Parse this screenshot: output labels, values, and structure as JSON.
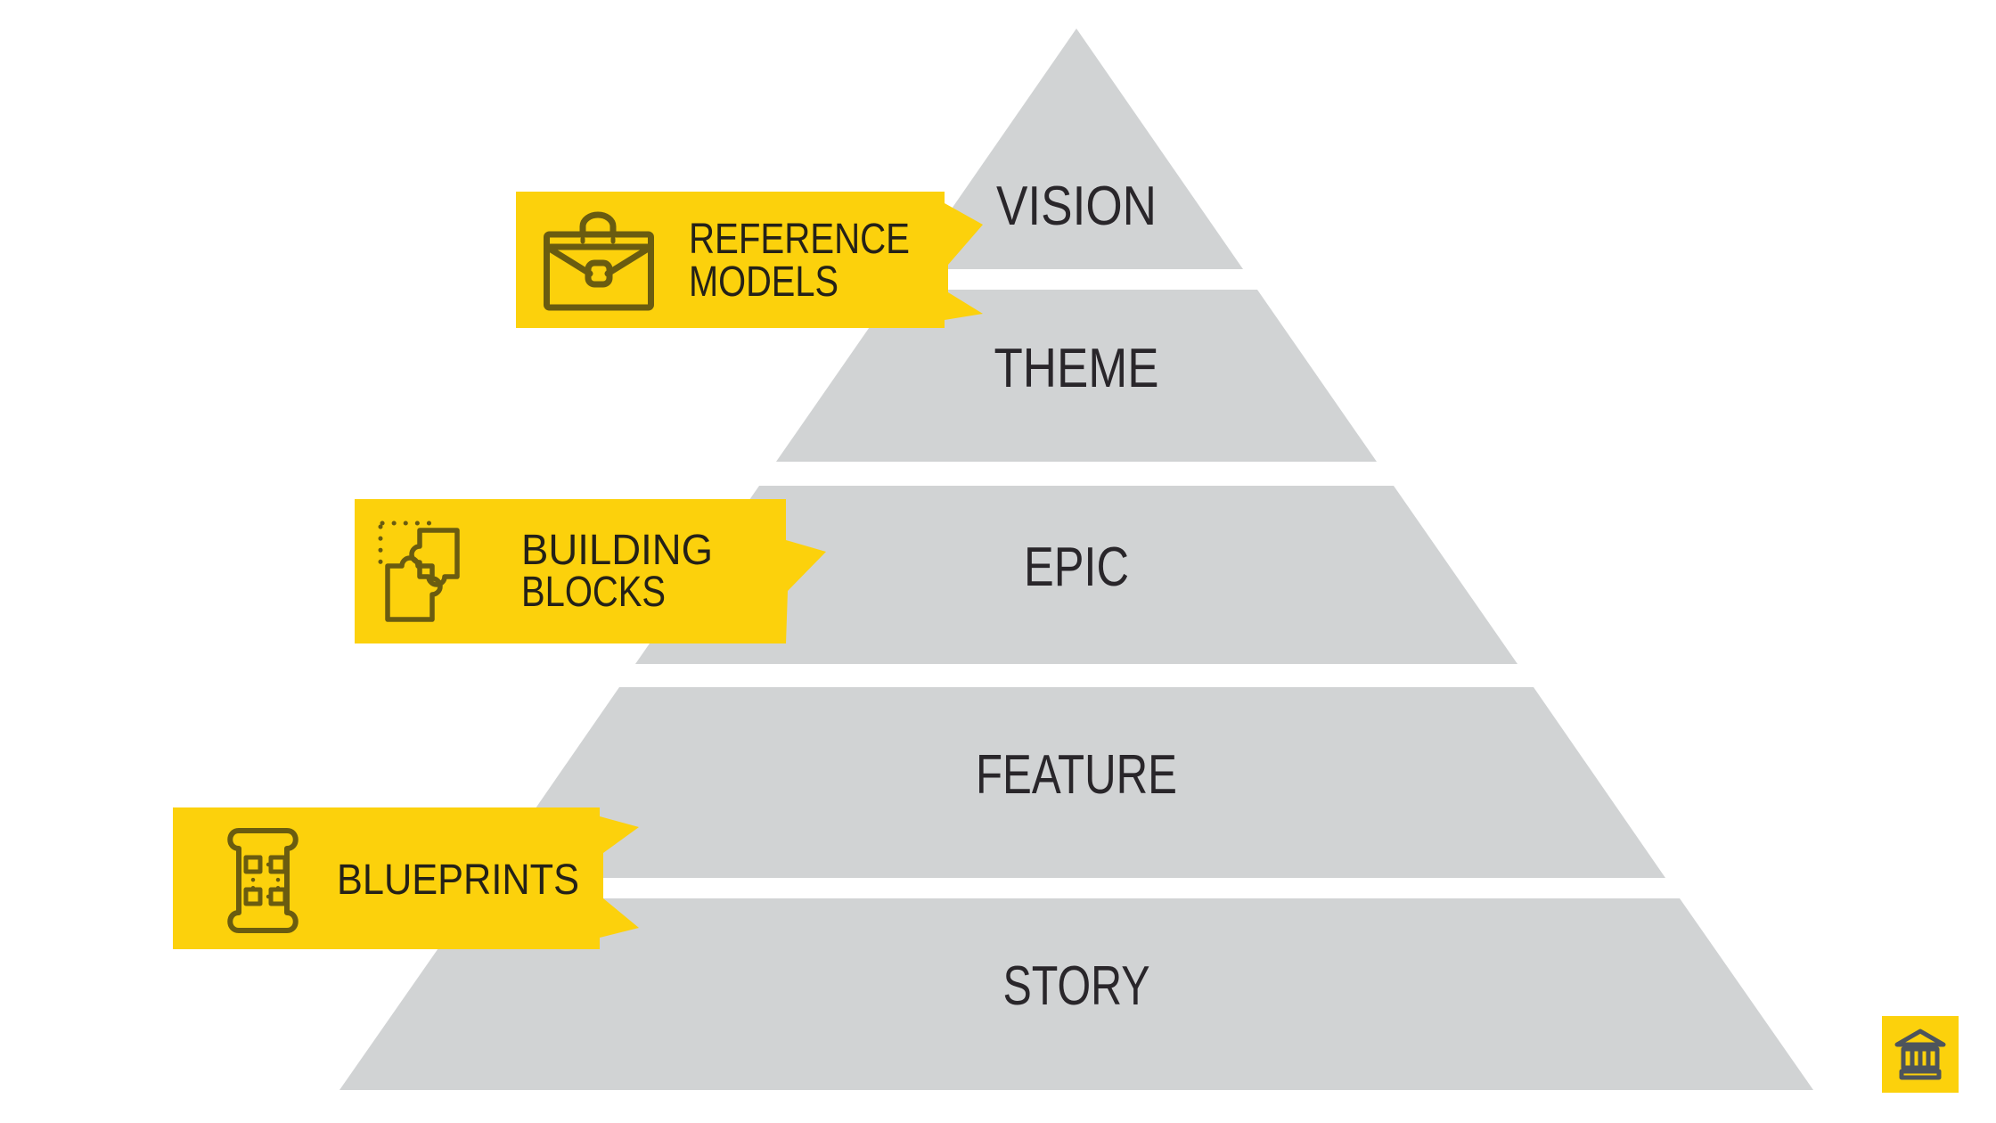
{
  "pyramid": {
    "levels": [
      {
        "name": "VISION"
      },
      {
        "name": "THEME"
      },
      {
        "name": "EPIC"
      },
      {
        "name": "FEATURE"
      },
      {
        "name": "STORY"
      }
    ],
    "fill_color": "#d1d3d4",
    "text_color": "#29262a"
  },
  "side_labels": [
    {
      "line1": "REFERENCE",
      "line2": "MODELS",
      "icon": "briefcase-icon"
    },
    {
      "line1": "BUILDING",
      "line2": "BLOCKS",
      "icon": "puzzle-icon"
    },
    {
      "line1": "BLUEPRINTS",
      "line2": "",
      "icon": "blueprint-icon"
    }
  ],
  "corner_button": {
    "icon": "bank-icon"
  },
  "colors": {
    "accent_yellow": "#fcd10c",
    "label_icon_olive": "#6a5c10",
    "bank_icon_gray": "#4d545c",
    "label_text": "#242118"
  }
}
